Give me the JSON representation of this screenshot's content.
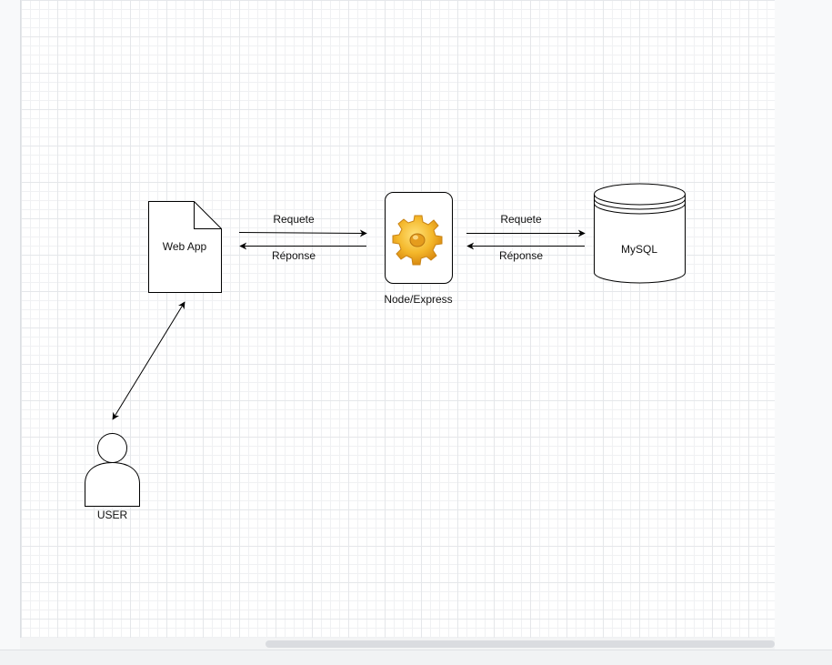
{
  "diagram": {
    "nodes": {
      "web_app": {
        "label": "Web App",
        "shape": "document"
      },
      "node_express": {
        "label": "Node/Express",
        "icon": "gear-icon",
        "shape": "rounded-rectangle"
      },
      "mysql": {
        "label": "MySQL",
        "shape": "database-cylinder"
      },
      "user": {
        "label": "USER",
        "shape": "actor"
      }
    },
    "edges": {
      "webapp_to_node": {
        "label": "Requete"
      },
      "node_to_webapp": {
        "label": "Réponse"
      },
      "node_to_mysql": {
        "label": "Requete"
      },
      "mysql_to_node": {
        "label": "Réponse"
      },
      "user_webapp": {
        "label": ""
      }
    }
  },
  "colors": {
    "stroke": "#000000",
    "canvas_background": "#ffffff",
    "gear": "#f0b323"
  }
}
